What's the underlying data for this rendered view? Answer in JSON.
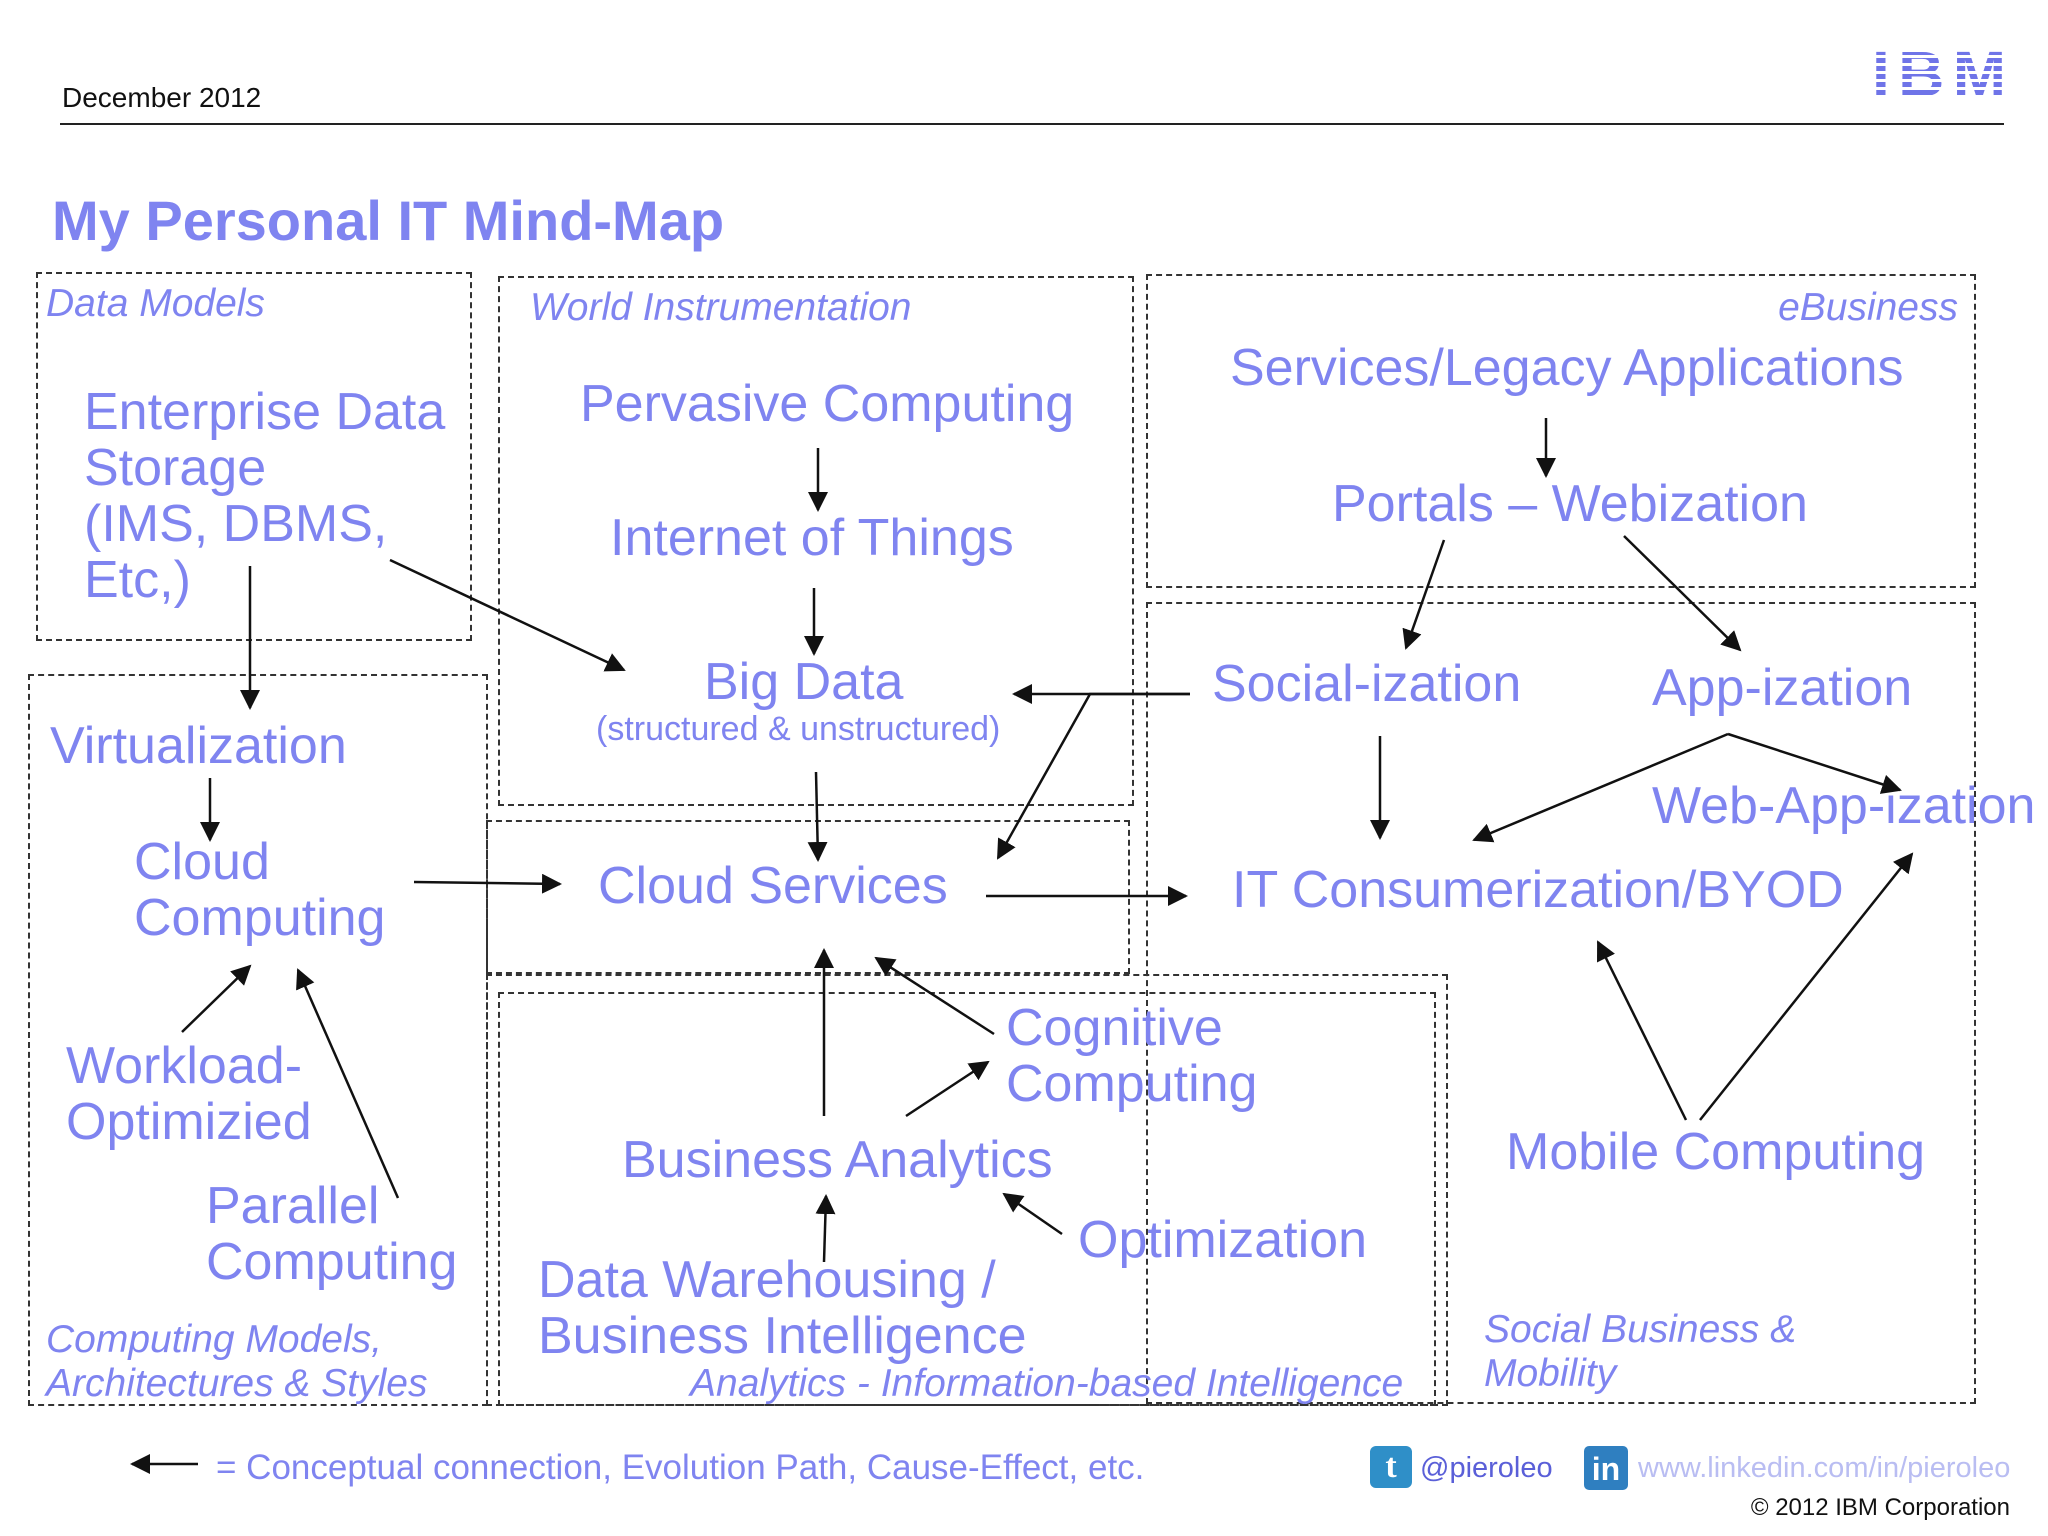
{
  "header": {
    "date": "December  2012",
    "logo_text": "IBM"
  },
  "title": "My Personal IT Mind-Map",
  "categories": {
    "data_models": "Data Models",
    "world_instrumentation": "World Instrumentation",
    "ebusiness": "eBusiness",
    "computing_models": [
      "Computing Models,",
      "Architectures & Styles"
    ],
    "analytics": "Analytics - Information-based Intelligence",
    "social_business": [
      "Social Business &",
      "Mobility"
    ]
  },
  "nodes": {
    "enterprise_data_storage": [
      "Enterprise Data",
      "Storage",
      "(IMS, DBMS,",
      "Etc,)"
    ],
    "pervasive_computing": "Pervasive Computing",
    "internet_of_things": "Internet of Things",
    "big_data": "Big Data",
    "big_data_sub": "(structured & unstructured)",
    "services_legacy": "Services/Legacy Applications",
    "portals_webization": "Portals – Webization",
    "socialization": "Social-ization",
    "appization": "App-ization",
    "web_app_ization": "Web-App-ization",
    "virtualization": "Virtualization",
    "cloud_computing": [
      "Cloud",
      "Computing"
    ],
    "cloud_services": "Cloud Services",
    "it_consumerization": "IT Consumerization/BYOD",
    "workload_optimized": [
      "Workload-",
      "Optimizied"
    ],
    "parallel_computing": [
      "Parallel",
      "Computing"
    ],
    "cognitive_computing": [
      "Cognitive",
      "Computing"
    ],
    "business_analytics": "Business Analytics",
    "optimization": "Optimization",
    "data_warehousing": [
      "Data Warehousing /",
      "Business Intelligence"
    ],
    "mobile_computing": "Mobile Computing"
  },
  "legend": {
    "text": "= Conceptual connection, Evolution Path, Cause-Effect, etc."
  },
  "footer": {
    "twitter_handle": "@pieroleo",
    "linkedin_url": "www.linkedin.com/in/pieroleo",
    "copyright": "© 2012 IBM Corporation",
    "twitter_icon": "t",
    "linkedin_icon": "in"
  },
  "colors": {
    "accent": "#7f84f0",
    "text_dark": "#111111",
    "twitter": "#2f8fc8",
    "linkedin": "#2f7fc0",
    "ibm_blue": "#6f74e8"
  }
}
